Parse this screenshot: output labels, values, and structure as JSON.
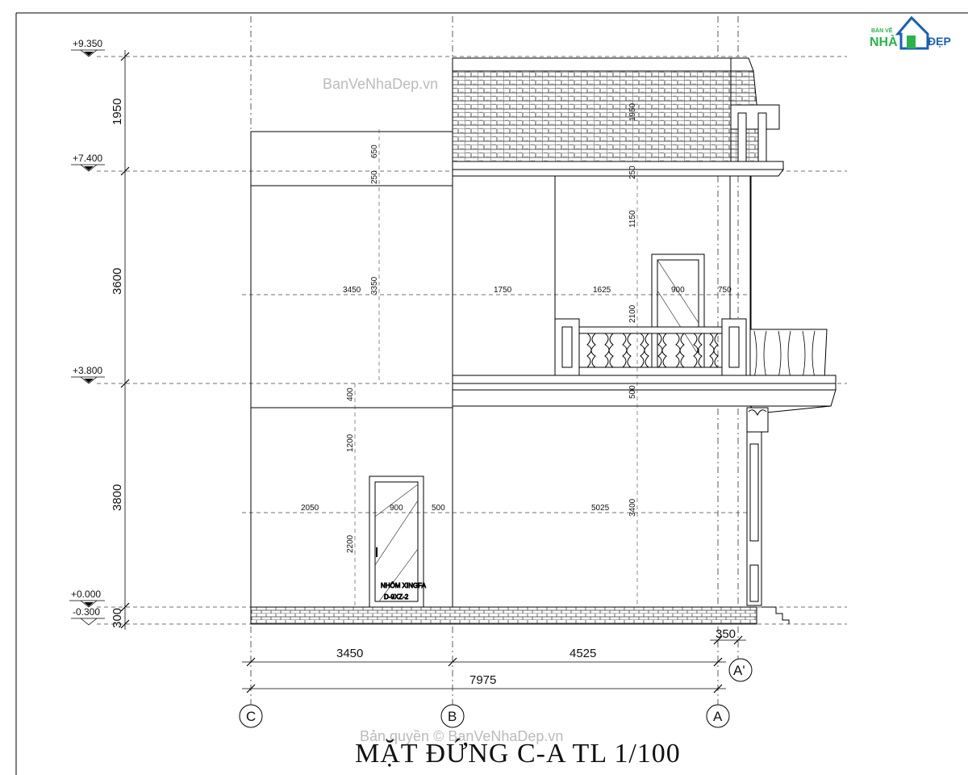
{
  "logo": {
    "top_text": "BẢN VẼ",
    "brand_left": "NHÀ",
    "brand_right": "ĐẸP",
    "color_green": "#2bb34a",
    "color_blue": "#1a5fb4"
  },
  "watermark_top": "BanVeNhaDep.vn",
  "watermark_bottom": "Bản quyền © BanVeNhaDep.vn",
  "title": "MẶT ĐỨNG C-A TL 1/100",
  "levels": {
    "l1": "+9.350",
    "l2": "+7.400",
    "l3": "+3.800",
    "l4": "+0.000",
    "l5": "-0.300"
  },
  "vertical_dims": {
    "v1": "1950",
    "v2": "3600",
    "v3": "3800",
    "v4": "300"
  },
  "axes": {
    "c": "C",
    "b": "B",
    "a": "A",
    "a_prime": "A'"
  },
  "bottom_dims": {
    "d1": "3450",
    "d2": "4525",
    "d3": "350",
    "total": "7975"
  },
  "inner_dims": {
    "row_upper": {
      "a": "3450",
      "b": "1750",
      "c": "1625",
      "d": "900",
      "e": "750"
    },
    "row_lower": {
      "a": "2050",
      "b": "900",
      "c": "500",
      "d": "5025"
    },
    "vert": {
      "v650": "650",
      "v250": "250",
      "v3350": "3350",
      "v1950": "1950",
      "v250b": "250",
      "v1150": "1150",
      "v2100": "2100",
      "v400": "400",
      "v1200": "1200",
      "v2200": "2200",
      "v500": "500",
      "v3400": "3400"
    }
  },
  "door_label": {
    "line1": "NHÔM XINGFA",
    "line2": "D-9XZ-2"
  }
}
